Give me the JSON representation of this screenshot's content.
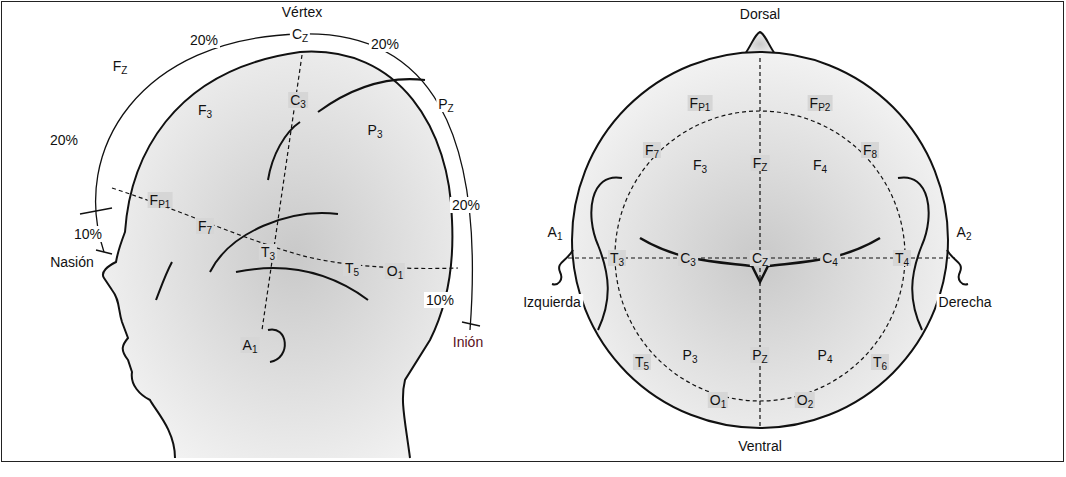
{
  "diagram": {
    "labels": [
      "Vértex",
      "20%",
      "20%",
      "20%",
      "20%",
      "10%",
      "10%",
      "FZ",
      "CZ",
      "PZ",
      "Nasión",
      "Inión",
      "F3",
      "C3",
      "P3",
      "FP1",
      "F7",
      "T3",
      "T5",
      "O1",
      "A1",
      "Dorsal",
      "FP1",
      "FP2",
      "F7",
      "F3",
      "FZ",
      "F4",
      "F8",
      "A1",
      "T3",
      "C3",
      "CZ",
      "C4",
      "T4",
      "A2",
      "Izquierda",
      "Derecha",
      "T5",
      "P3",
      "PZ",
      "P4",
      "T6",
      "O1",
      "O2",
      "Ventral"
    ]
  }
}
